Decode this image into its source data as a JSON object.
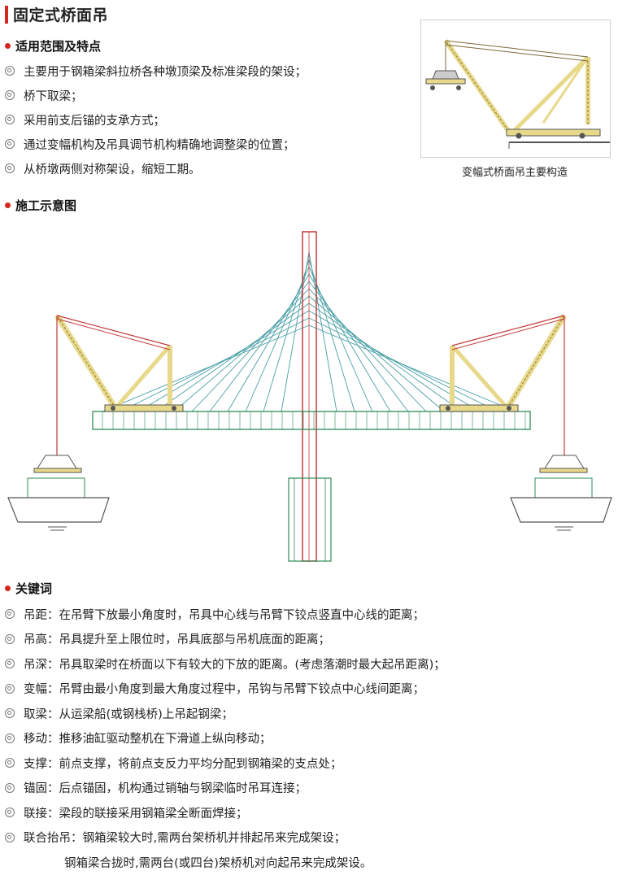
{
  "page": {
    "title": "固定式桥面吊"
  },
  "section_features": {
    "heading": "适用范围及特点",
    "items": [
      "主要用于钢箱梁斜拉桥各种墩顶梁及标准梁段的架设；",
      "桥下取梁；",
      "采用前支后锚的支承方式；",
      "通过变幅机构及吊具调节机构精确地调整梁的位置；",
      "从桥墩两侧对称架设，缩短工期。"
    ]
  },
  "figure": {
    "caption": "变幅式桥面吊主要构造",
    "colors": {
      "crane": "#e8d98a",
      "cable": "#c43a3a",
      "pylon": "#c43a3a",
      "stay": "#4aa0a6",
      "girder": "#2e8b57",
      "barge": "#555555"
    }
  },
  "section_diagram": {
    "heading": "施工示意图"
  },
  "section_keywords": {
    "heading": "关键词",
    "items": [
      "吊距：在吊臂下放最小角度时，吊具中心线与吊臂下铰点竖直中心线的距离；",
      "吊高：吊具提升至上限位时，吊具底部与吊机底面的距离；",
      "吊深：吊具取梁时在桥面以下有较大的下放的距离。(考虑落潮时最大起吊距离)；",
      "变幅：吊臂由最小角度到最大角度过程中，吊钩与吊臂下铰点中心线间距离；",
      "取梁：从运梁船(或钢栈桥)上吊起钢梁；",
      "移动：推移油缸驱动整机在下滑道上纵向移动；",
      "支撑：前点支撑，将前点支反力平均分配到钢箱梁的支点处；",
      "锚固：后点锚固，机构通过销轴与钢梁临时吊耳连接；",
      "联接：梁段的联接采用钢箱梁全断面焊接；",
      "联合抬吊：钢箱梁较大时,需两台架桥机并排起吊来完成架设；"
    ],
    "continuation": "钢箱梁合拢时,需两台(或四台)架桥机对向起吊来完成架设。"
  }
}
